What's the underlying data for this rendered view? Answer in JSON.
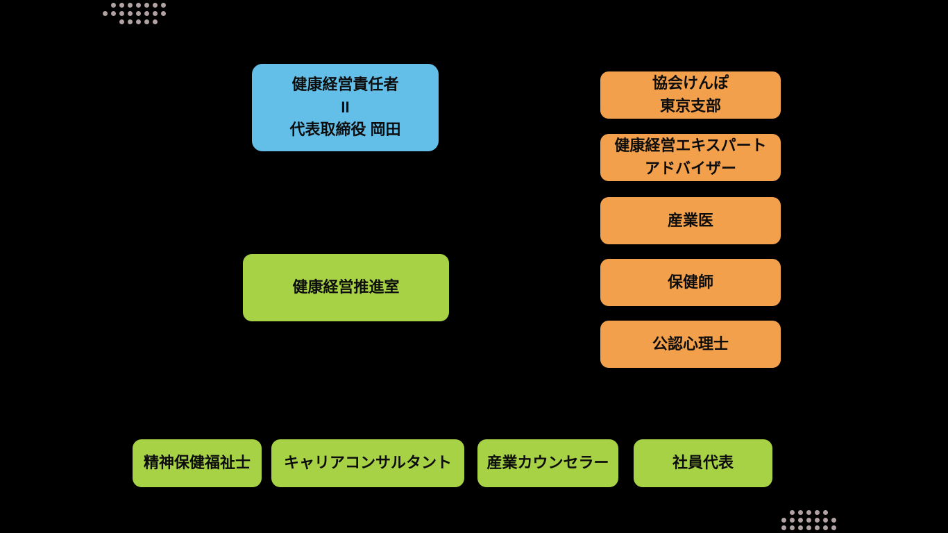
{
  "background": "#000000",
  "colors": {
    "background": "#000000",
    "blue": "#63bfe8",
    "orange": "#f2a04c",
    "green": "#a7d245",
    "text": "#0d0d0d",
    "dot": "#b1a3a3"
  },
  "chart_title": "",
  "nodes": {
    "health_officer": {
      "label": "健康経営責任者\nII\n代表取締役 岡田"
    },
    "kyokai_kenpo": {
      "label": "協会けんぽ\n東京支部"
    },
    "expert_adviser": {
      "label": "健康経営エキスパート\nアドバイザー"
    },
    "occupational_physician": {
      "label": "産業医"
    },
    "public_health_nurse": {
      "label": "保健師"
    },
    "certified_psychologist": {
      "label": "公認心理士"
    },
    "promotion_office": {
      "label": "健康経営推進室"
    },
    "mental_health_worker": {
      "label": "精神保健福祉士"
    },
    "career_consultant": {
      "label": "キャリアコンサルタント"
    },
    "industrial_counselor": {
      "label": "産業カウンセラー"
    },
    "employee_representative": {
      "label": "社員代表"
    }
  },
  "decorations": {
    "dots_top_left": {
      "pitch": 12,
      "rows": [
        {
          "count": 7,
          "x": 12,
          "y": 2
        },
        {
          "count": 8,
          "x": 0,
          "y": 14
        },
        {
          "count": 5,
          "x": 24,
          "y": 26
        }
      ]
    },
    "dots_bottom_right": {
      "pitch": 12,
      "rows": [
        {
          "count": 5,
          "x": 12,
          "y": 0
        },
        {
          "count": 7,
          "x": 0,
          "y": 11
        },
        {
          "count": 7,
          "x": 0,
          "y": 22
        }
      ]
    }
  }
}
